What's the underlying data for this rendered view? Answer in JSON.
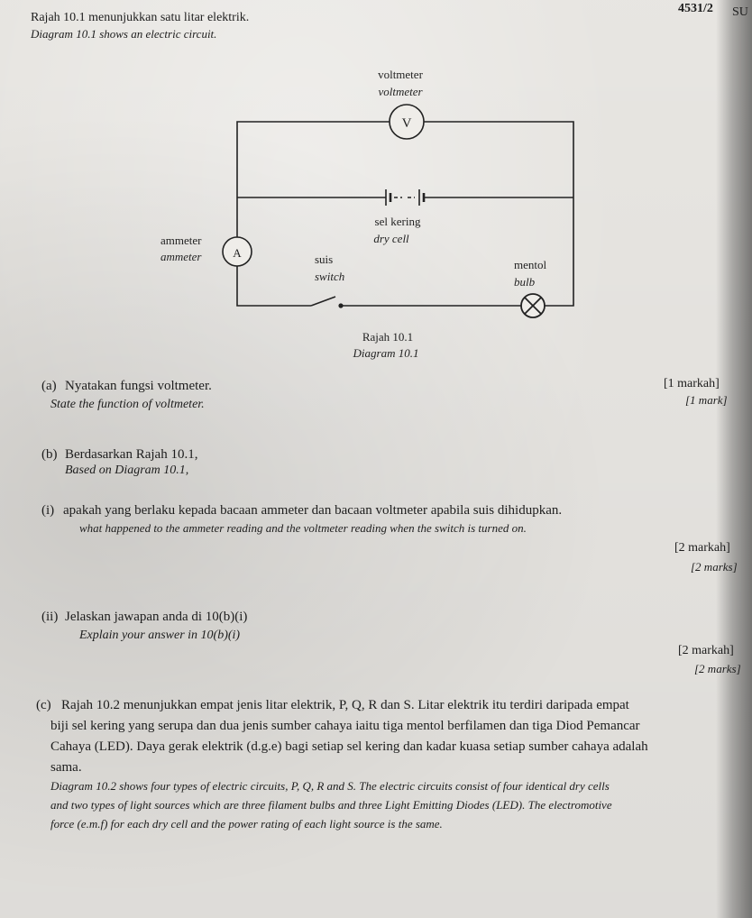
{
  "header": {
    "paper_code": "4531/2",
    "corner": "SU"
  },
  "intro": {
    "malay": "Rajah 10.1 menunjukkan satu litar elektrik.",
    "english": "Diagram 10.1 shows an electric circuit."
  },
  "diagram": {
    "voltmeter_ms": "voltmeter",
    "voltmeter_en": "voltmeter",
    "voltmeter_symbol": "V",
    "ammeter_ms": "ammeter",
    "ammeter_en": "ammeter",
    "ammeter_symbol": "A",
    "cell_ms": "sel kering",
    "cell_en": "dry cell",
    "switch_ms": "suis",
    "switch_en": "switch",
    "bulb_ms": "mentol",
    "bulb_en": "bulb",
    "caption_ms": "Rajah 10.1",
    "caption_en": "Diagram 10.1"
  },
  "question_a": {
    "label": "(a)",
    "malay": "Nyatakan fungsi voltmeter.",
    "english": "State the function of voltmeter.",
    "mark_ms": "[1 markah]",
    "mark_en": "[1 mark]"
  },
  "question_b": {
    "label": "(b)",
    "malay": "Berdasarkan Rajah 10.1,",
    "english": "Based on Diagram 10.1,",
    "i": {
      "label": "(i)",
      "malay": "apakah yang berlaku kepada bacaan ammeter dan bacaan voltmeter apabila suis dihidupkan.",
      "english": "what happened to the ammeter reading and the voltmeter reading when the switch is turned on.",
      "mark_ms": "[2 markah]",
      "mark_en": "[2 marks]"
    },
    "ii": {
      "label": "(ii)",
      "malay": "Jelaskan jawapan anda di 10(b)(i)",
      "english": "Explain your answer in 10(b)(i)",
      "mark_ms": "[2 markah]",
      "mark_en": "[2 marks]"
    }
  },
  "question_c": {
    "label": "(c)",
    "malay_1": "Rajah 10.2 menunjukkan empat jenis litar elektrik, P, Q, R dan S. Litar elektrik itu terdiri daripada empat",
    "malay_2": "biji sel kering yang serupa dan dua jenis sumber cahaya iaitu tiga mentol berfilamen dan tiga Diod Pemancar",
    "malay_3": "Cahaya (LED). Daya gerak elektrik (d.g.e) bagi setiap sel kering dan kadar kuasa setiap sumber cahaya adalah",
    "malay_4": "sama.",
    "english_1": "Diagram 10.2 shows four types of electric circuits, P, Q, R and S. The electric circuits consist of four identical dry cells",
    "english_2": "and two types of light sources which are three filament bulbs and three Light Emitting Diodes (LED). The electromotive",
    "english_3": "force (e.m.f) for each dry cell and the power rating of each light source is the same."
  }
}
